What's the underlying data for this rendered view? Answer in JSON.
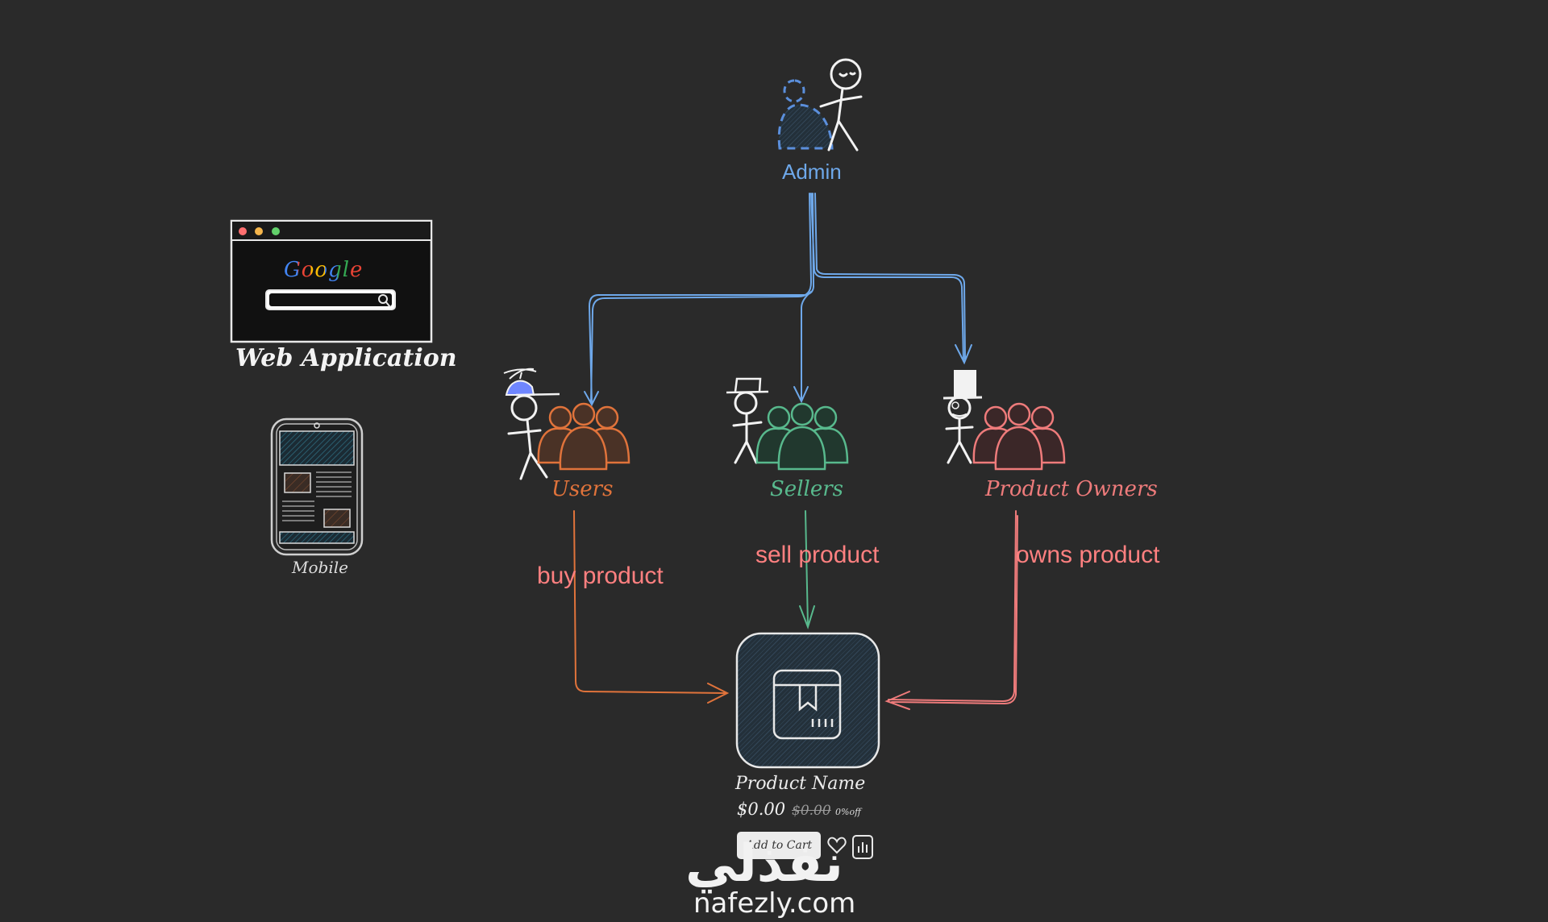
{
  "nodes": {
    "admin": {
      "label": "Admin"
    },
    "users": {
      "label": "Users"
    },
    "sellers": {
      "label": "Sellers"
    },
    "product_owners": {
      "label": "Product Owners"
    }
  },
  "platforms": {
    "web": {
      "label": "Web Application",
      "search_logo": "Google"
    },
    "mobile": {
      "label": "Mobile"
    }
  },
  "edges": {
    "buy": "buy product",
    "sell": "sell product",
    "owns": "owns product"
  },
  "product_card": {
    "name": "Product Name",
    "price": "$0.00",
    "old_price": "$0.00",
    "discount": "0%off",
    "add_to_cart": "Add to Cart",
    "icons": [
      "heart-icon",
      "bar-chart-icon"
    ]
  },
  "watermark": {
    "logo": "نفذلي",
    "url": "nafezly.com"
  },
  "colors": {
    "background": "#2a2a2a",
    "admin": "#6ea8ea",
    "users": "#e0733b",
    "sellers": "#58b98d",
    "product_owners": "#ee7b7b",
    "edge_label": "#ff8080"
  }
}
